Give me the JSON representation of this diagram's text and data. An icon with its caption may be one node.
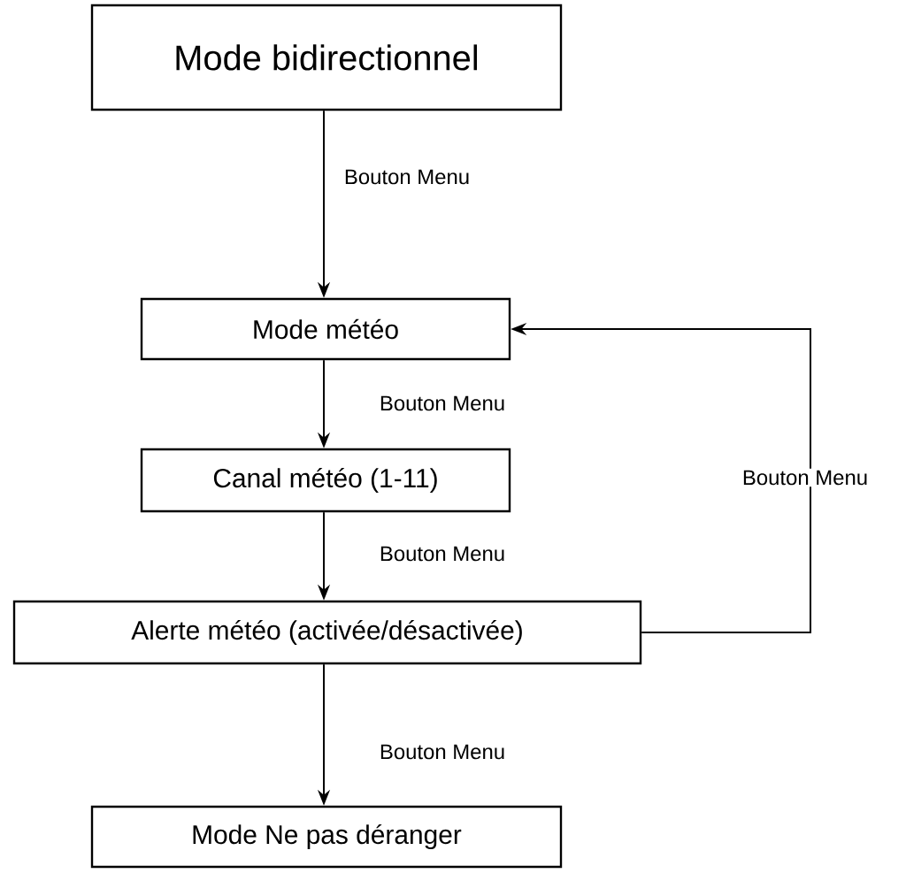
{
  "diagram": {
    "nodes": [
      {
        "text": [
          "Mode bidirectionnel"
        ]
      },
      {
        "text": [
          "Mode météo"
        ]
      },
      {
        "text": [
          "Canal météo (1-11)"
        ]
      },
      {
        "text": [
          "Alerte météo (activée/désactivée)"
        ]
      },
      {
        "text": [
          "Mode Ne pas déranger"
        ]
      }
    ],
    "edges": [
      {
        "from": 0,
        "to": 1,
        "arrow": "to",
        "label": "Bouton Menu"
      },
      {
        "from": 1,
        "to": 2,
        "arrow": "to",
        "label": "Bouton Menu"
      },
      {
        "from": 2,
        "to": 3,
        "arrow": "to",
        "label": "Bouton Menu"
      },
      {
        "from": 3,
        "to": 4,
        "arrow": "to",
        "label": "Bouton Menu"
      },
      {
        "from": 3,
        "to": 1,
        "arrow": "to",
        "label": "Bouton Menu"
      }
    ]
  }
}
